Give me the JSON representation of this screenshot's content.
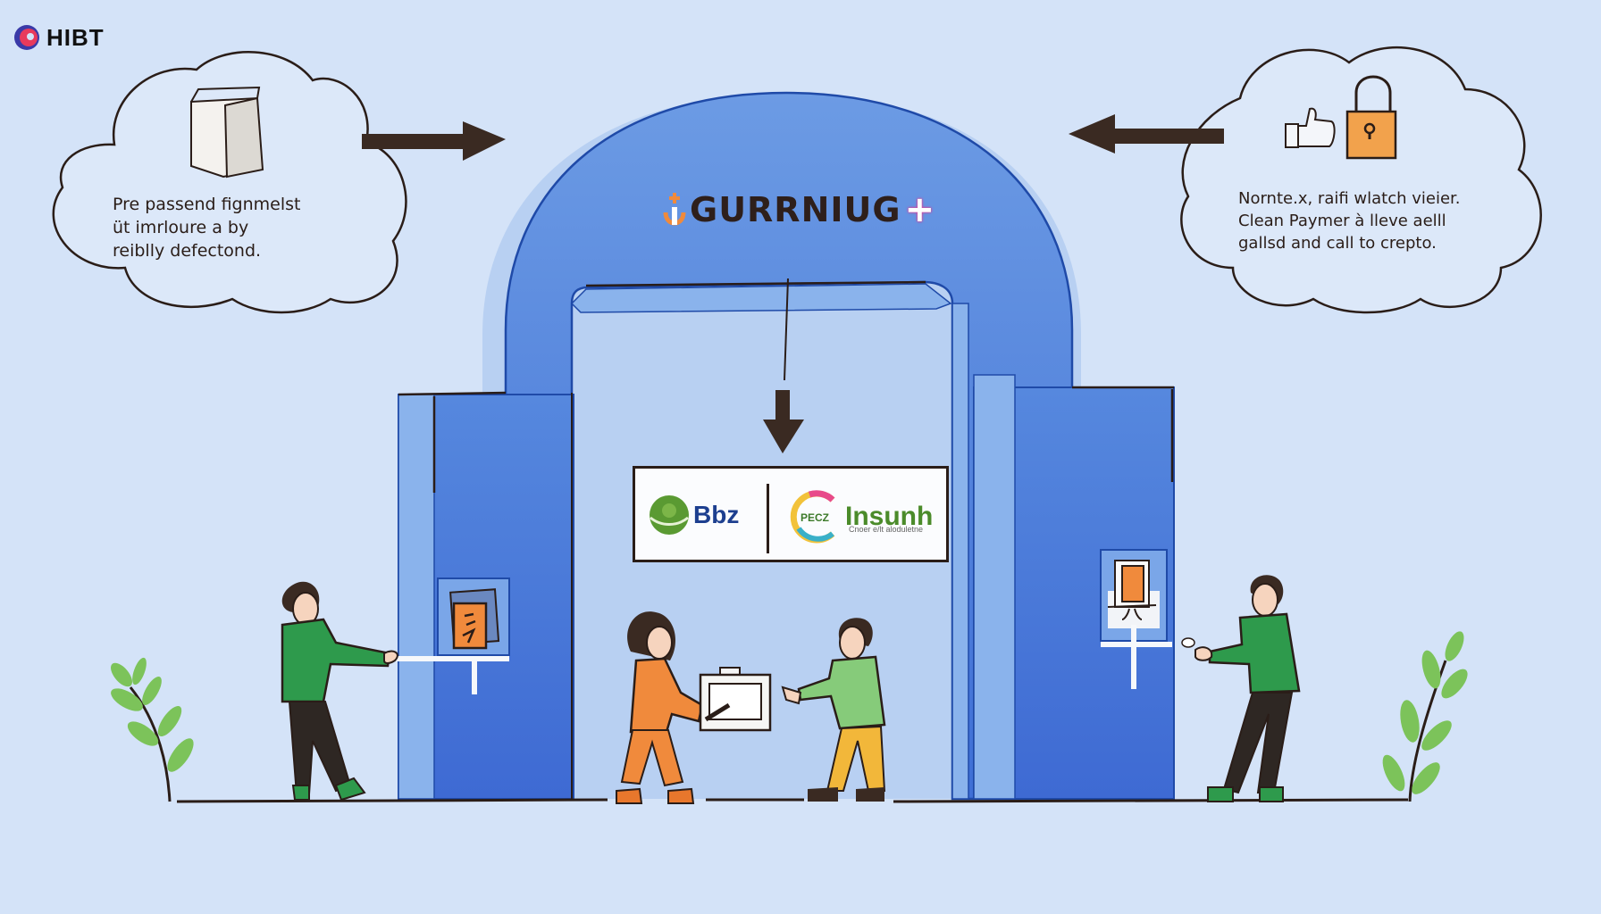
{
  "brand": {
    "name": "HIBT",
    "logo_icon": "hibt-logo-icon"
  },
  "clouds": {
    "left": {
      "icon": "open-box-icon",
      "lines": [
        "Pre passend fignmelst",
        "üt imrloure a by",
        "reiblly defectond."
      ]
    },
    "right": {
      "icons": [
        "thumbs-up-icon",
        "padlock-icon"
      ],
      "lines": [
        "Nornte.x, raifi wlatch vieier.",
        "Clean Paymer à lleve aelll",
        "gallsd and call to crepto."
      ]
    }
  },
  "arch": {
    "title": "GURRNIUG",
    "title_prefix_icon": "anchor-icon",
    "title_suffix": "+"
  },
  "sign": {
    "sponsor_a": {
      "name": "Bbz",
      "icon": "green-globe-icon"
    },
    "sponsor_b": {
      "name": "Insunh",
      "prefix": "PECZ",
      "subtitle": "Cnoer e/lt aloduletne",
      "icon": "rainbow-ring-icon"
    }
  },
  "arrows": {
    "left_cloud_to_arch": "arrow-right",
    "right_cloud_to_arch": "arrow-left",
    "arch_to_sign": "arrow-down"
  },
  "colors": {
    "background": "#d4e3f8",
    "arch_blue": "#4a7fd8",
    "arch_light": "#8ab3ec",
    "ink": "#2a1d18",
    "orange": "#f08a3c",
    "green_shirt": "#2e9a4c",
    "leaf_green": "#7cc35a"
  }
}
